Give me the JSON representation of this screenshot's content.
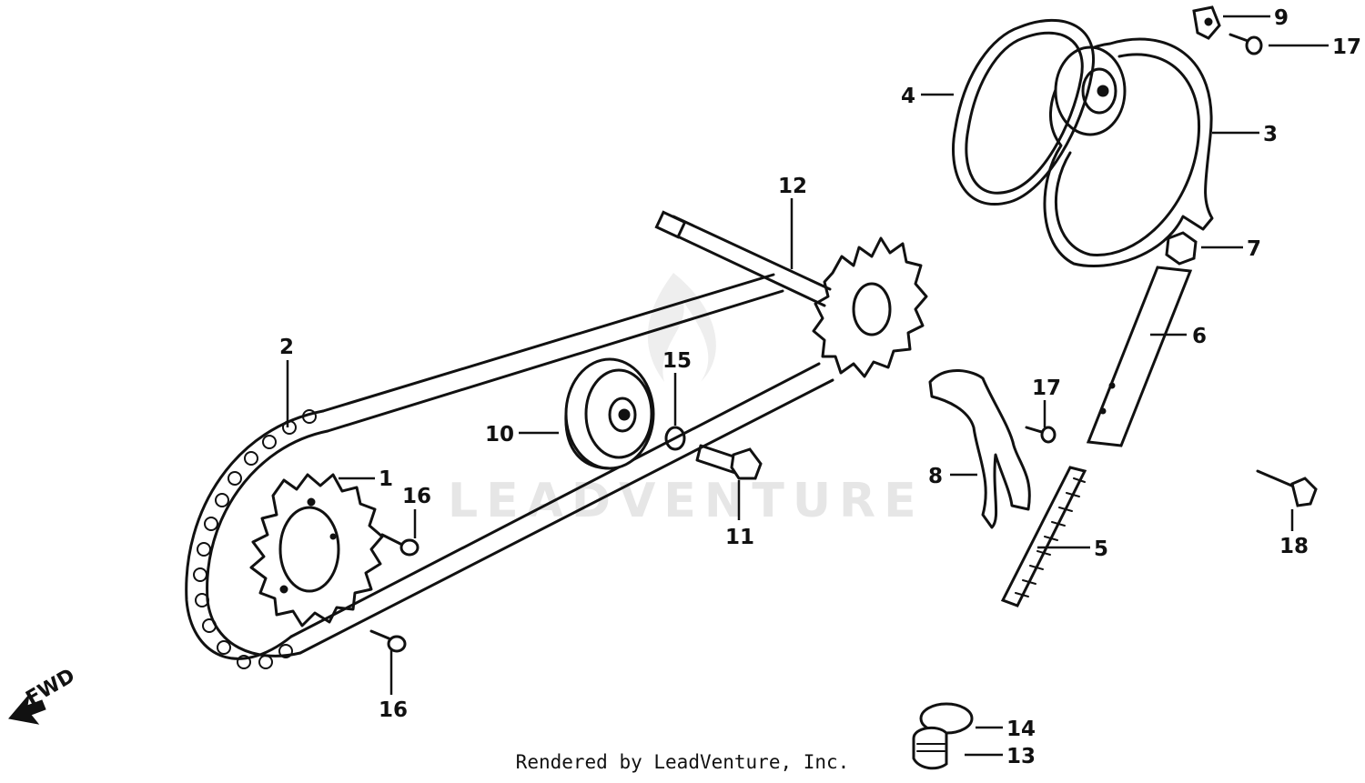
{
  "watermark": "LEADVENTURE",
  "fwd_label": "FWD",
  "footer": "Rendered by LeadVenture, Inc.",
  "callouts": {
    "c1": "1",
    "c2": "2",
    "c3": "3",
    "c4": "4",
    "c5": "5",
    "c6": "6",
    "c7": "7",
    "c8": "8",
    "c9": "9",
    "c10": "10",
    "c11": "11",
    "c12": "12",
    "c13": "13",
    "c14": "14",
    "c15": "15",
    "c16a": "16",
    "c16b": "16",
    "c17a": "17",
    "c17b": "17",
    "c18": "18"
  },
  "icons": {
    "fwd_arrow": "arrow-down-left-icon",
    "watermark_logo": "flame-logo-icon"
  }
}
